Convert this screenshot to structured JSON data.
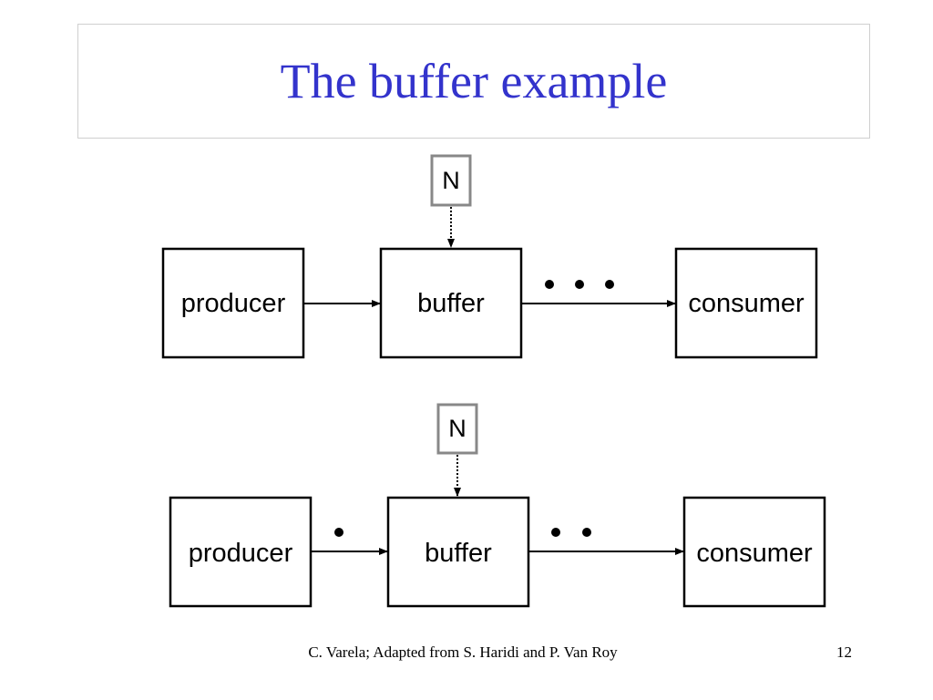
{
  "slide": {
    "title": "The buffer example",
    "footer_credit": "C. Varela; Adapted from S. Haridi and P. Van Roy",
    "page_number": "12"
  },
  "diagrams": [
    {
      "producer": "producer",
      "buffer": "buffer",
      "consumer": "consumer",
      "parameter": "N",
      "items_producer_to_buffer": 0,
      "items_buffer_to_consumer": 3
    },
    {
      "producer": "producer",
      "buffer": "buffer",
      "consumer": "consumer",
      "parameter": "N",
      "items_producer_to_buffer": 1,
      "items_buffer_to_consumer": 2
    }
  ],
  "colors": {
    "title": "#3333cc",
    "box_border": "#000000",
    "param_border": "#888888"
  }
}
